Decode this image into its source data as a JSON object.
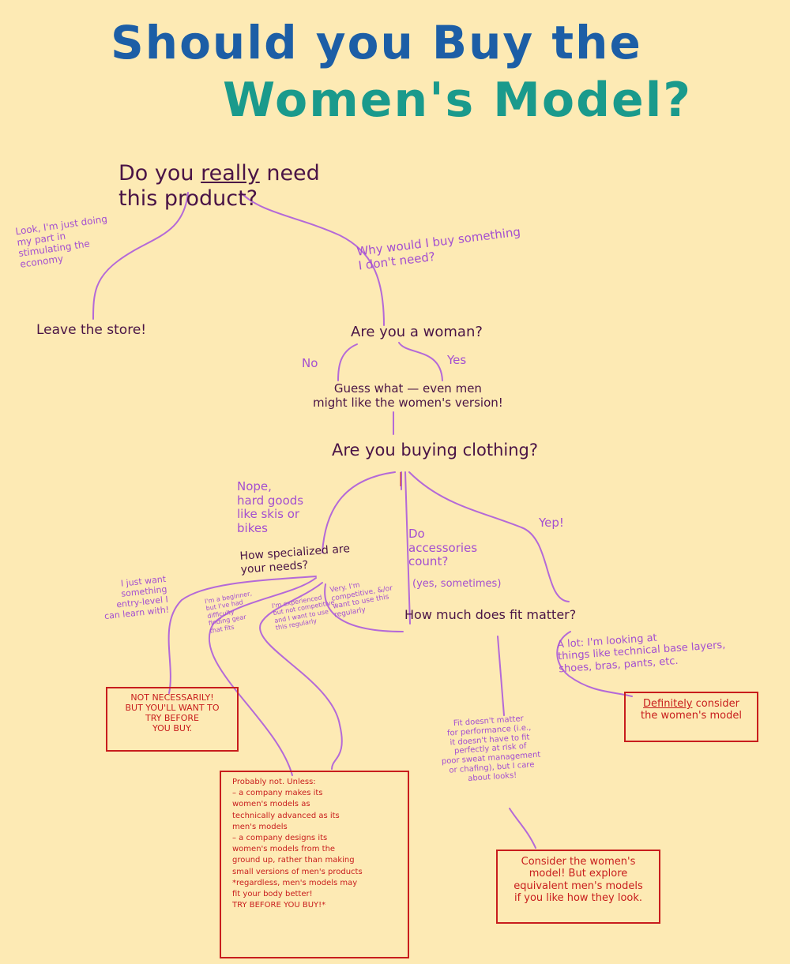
{
  "title": {
    "line1": "Should you Buy the",
    "line2": "Women's Model?"
  },
  "colors": {
    "background": "#fdeab4",
    "title_blue": "#1c5ea6",
    "title_teal": "#1a9a8c",
    "question": "#4a1446",
    "branch": "#a44fd0",
    "outcome_red": "#c81d1d"
  },
  "q1": {
    "pre": "Do you ",
    "emph": "really",
    "post": " need\nthis product?"
  },
  "q1_left_label": "Look, I'm just doing\nmy part in\nstimulating the\neconomy",
  "q1_right_label": "Why would I buy something\nI don't need?",
  "leave_store": "Leave the store!",
  "q2": "Are you a woman?",
  "q2_no": "No",
  "q2_yes": "Yes",
  "guess_what": "Guess what — even men\nmight like the women's version!",
  "q3": "Are you buying clothing?",
  "q3_nope": "Nope,\nhard goods\nlike skis or\nbikes",
  "q3_accessories": "Do\naccessories\ncount?",
  "q3_accessories_answer": "(yes, sometimes)",
  "q3_yep": "Yep!",
  "q4": "How specialized are\nyour needs?",
  "q4_entry": "I just want\nsomething\nentry-level I\ncan learn with!",
  "q4_beginner": "I'm a beginner,\nbut I've had\ndifficulty\nfinding gear\nthat fits",
  "q4_experienced": "I'm experienced\nbut not competitive,\nand I want to use\nthis regularly",
  "q4_very": "Very. I'm\ncompetitive, &/or\nwant to use this\nregularly",
  "q5": "How much does fit matter?",
  "q5_alot": "A lot: I'm looking at\nthings like technical base layers,\nshoes, bras, pants, etc.",
  "q5_fit": "Fit doesn't matter\nfor performance (i.e.,\nit doesn't have to fit\nperfectly at risk of\npoor sweat management\nor chafing), but I care\nabout looks!",
  "out_not_necessarily": "NOT NECESSARILY!\nBUT YOU'LL WANT TO\nTRY BEFORE\nYOU BUY.",
  "out_definitely": {
    "emph": "Definitely",
    "post": " consider\nthe women's model"
  },
  "out_probably": "Probably not. Unless:\n– a company makes its\n  women's models as\n  technically advanced as its\n  men's models\n– a company designs its\n  women's models from the\n  ground up, rather than making\n  small versions of men's products\n*regardless, men's models may\n  fit your body better!\n  TRY BEFORE YOU BUY!*",
  "out_consider": "Consider the women's\nmodel! But explore\nequivalent men's models\nif you like how they look."
}
